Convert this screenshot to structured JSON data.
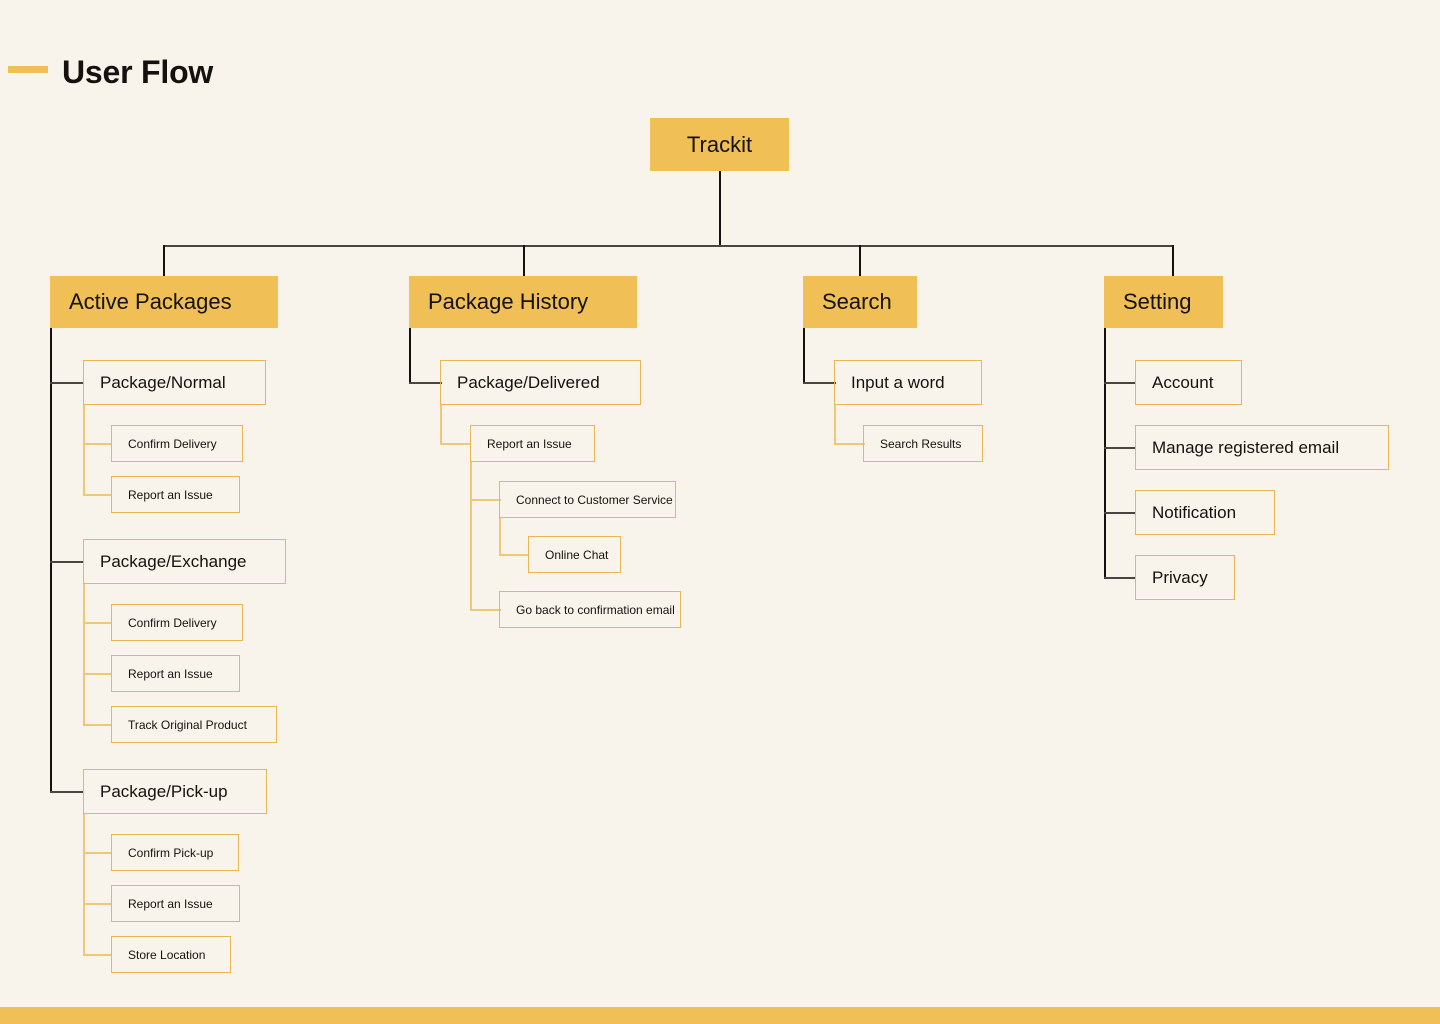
{
  "header": {
    "title": "User Flow",
    "accent_color": "#F0BF55"
  },
  "theme": {
    "background": "#F8F4EC",
    "node_fill": "#F0BF55",
    "node_border": "#E8B654",
    "line_dark": "#14110F",
    "line_yellow": "#EEC878",
    "text": "#14110F"
  },
  "chart_data": {
    "type": "tree",
    "title": "User Flow",
    "root": "Trackit",
    "nodes": [
      {
        "id": "trackit",
        "label": "Trackit",
        "level": 1,
        "parent": null
      },
      {
        "id": "active-packages",
        "label": "Active Packages",
        "level": 2,
        "parent": "trackit"
      },
      {
        "id": "package-normal",
        "label": "Package/Normal",
        "level": 3,
        "parent": "active-packages"
      },
      {
        "id": "normal-confirm-delivery",
        "label": "Confirm Delivery",
        "level": 4,
        "parent": "package-normal"
      },
      {
        "id": "normal-report-issue",
        "label": "Report an Issue",
        "level": 4,
        "parent": "package-normal"
      },
      {
        "id": "package-exchange",
        "label": "Package/Exchange",
        "level": 3,
        "parent": "active-packages"
      },
      {
        "id": "exchange-confirm-delivery",
        "label": "Confirm Delivery",
        "level": 4,
        "parent": "package-exchange"
      },
      {
        "id": "exchange-report-issue",
        "label": "Report an Issue",
        "level": 4,
        "parent": "package-exchange"
      },
      {
        "id": "exchange-track-original",
        "label": "Track Original Product",
        "level": 4,
        "parent": "package-exchange"
      },
      {
        "id": "package-pickup",
        "label": "Package/Pick-up",
        "level": 3,
        "parent": "active-packages"
      },
      {
        "id": "pickup-confirm",
        "label": "Confirm Pick-up",
        "level": 4,
        "parent": "package-pickup"
      },
      {
        "id": "pickup-report-issue",
        "label": "Report an Issue",
        "level": 4,
        "parent": "package-pickup"
      },
      {
        "id": "pickup-store-location",
        "label": "Store Location",
        "level": 4,
        "parent": "package-pickup"
      },
      {
        "id": "package-history",
        "label": "Package History",
        "level": 2,
        "parent": "trackit"
      },
      {
        "id": "package-delivered",
        "label": "Package/Delivered",
        "level": 3,
        "parent": "package-history"
      },
      {
        "id": "delivered-report-issue",
        "label": "Report an Issue",
        "level": 4,
        "parent": "package-delivered"
      },
      {
        "id": "connect-customer-service",
        "label": "Connect to Customer Service",
        "level": 5,
        "parent": "delivered-report-issue"
      },
      {
        "id": "online-chat",
        "label": "Online Chat",
        "level": 6,
        "parent": "connect-customer-service"
      },
      {
        "id": "go-back-confirmation-email",
        "label": "Go back to confirmation email",
        "level": 5,
        "parent": "delivered-report-issue"
      },
      {
        "id": "search",
        "label": "Search",
        "level": 2,
        "parent": "trackit"
      },
      {
        "id": "input-a-word",
        "label": "Input a word",
        "level": 3,
        "parent": "search"
      },
      {
        "id": "search-results",
        "label": "Search Results",
        "level": 4,
        "parent": "input-a-word"
      },
      {
        "id": "setting",
        "label": "Setting",
        "level": 2,
        "parent": "trackit"
      },
      {
        "id": "account",
        "label": "Account",
        "level": 3,
        "parent": "setting"
      },
      {
        "id": "manage-registered-email",
        "label": "Manage registered email",
        "level": 3,
        "parent": "setting"
      },
      {
        "id": "notification",
        "label": "Notification",
        "level": 3,
        "parent": "setting"
      },
      {
        "id": "privacy",
        "label": "Privacy",
        "level": 3,
        "parent": "setting"
      }
    ],
    "labels": {
      "trackit": "Trackit",
      "active_packages": "Active Packages",
      "package_normal": "Package/Normal",
      "normal_confirm_delivery": "Confirm Delivery",
      "normal_report_issue": "Report an Issue",
      "package_exchange": "Package/Exchange",
      "exchange_confirm_delivery": "Confirm Delivery",
      "exchange_report_issue": "Report an Issue",
      "exchange_track_original": "Track Original Product",
      "package_pickup": "Package/Pick-up",
      "pickup_confirm": "Confirm Pick-up",
      "pickup_report_issue": "Report an Issue",
      "pickup_store_location": "Store Location",
      "package_history": "Package History",
      "package_delivered": "Package/Delivered",
      "delivered_report_issue": "Report an Issue",
      "connect_customer_service": "Connect to Customer Service",
      "online_chat": "Online Chat",
      "go_back_confirmation_email": "Go back to confirmation email",
      "search": "Search",
      "input_a_word": "Input a word",
      "search_results": "Search Results",
      "setting": "Setting",
      "account": "Account",
      "manage_registered_email": "Manage registered email",
      "notification": "Notification",
      "privacy": "Privacy"
    }
  }
}
